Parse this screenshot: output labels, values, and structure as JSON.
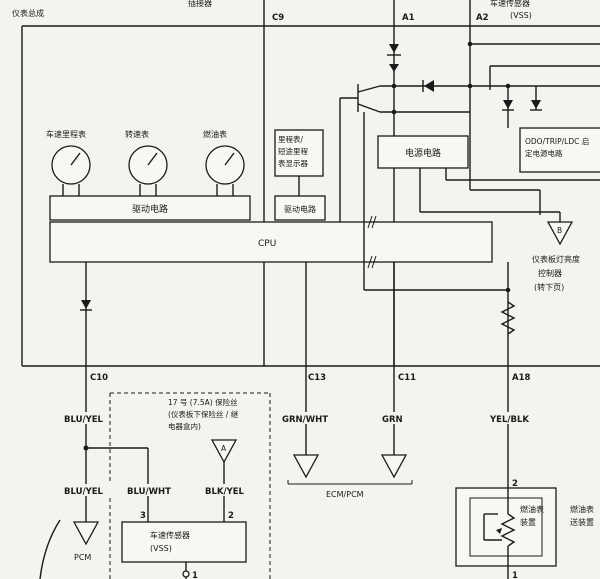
{
  "top": {
    "title_left": "仪表总成",
    "title_plug": "插接器",
    "title_vss": "车速传感器",
    "title_vss_sub": "(VSS)"
  },
  "pins": {
    "c9": "C9",
    "a1": "A1",
    "a2": "A2",
    "c10": "C10",
    "c13": "C13",
    "c11": "C11",
    "a18": "A18",
    "vss_3": "3",
    "vss_2": "2",
    "vss_1": "1",
    "fuel_2": "2",
    "fuel_1": "1"
  },
  "gauges": {
    "speedo": "车速里程表",
    "tacho": "转速表",
    "fuel": "燃油表"
  },
  "boxes": {
    "drive_circuit_main": "驱动电路",
    "odo_display": [
      "里程表/",
      "短途里程",
      "表显示器"
    ],
    "drive_circuit_small": "驱动电路",
    "cpu": "CPU",
    "power_circuit": "电源电路",
    "odo_trip": [
      "ODO/TRIP/LDC 启",
      "定电源电路"
    ]
  },
  "dimmer": {
    "marker": "B",
    "label": [
      "仪表板灯亮度",
      "控制器",
      "(转下页)"
    ]
  },
  "wires": {
    "blu_yel": "BLU/YEL",
    "blu_yel_2": "BLU/YEL",
    "blu_wht": "BLU/WHT",
    "blk_yel": "BLK/YEL",
    "grn_wht": "GRN/WHT",
    "grn": "GRN",
    "yel_blk": "YEL/BLK"
  },
  "fuse": {
    "label": [
      "17 号 (7.5A) 保险丝",
      "(仪表板下保险丝 / 继",
      "电器盒内)"
    ],
    "marker": "A"
  },
  "grounds": {
    "pcm": "PCM",
    "ecm_pcm": "ECM/PCM"
  },
  "vss_box": [
    "车速传感器",
    "(VSS)"
  ],
  "fuel_unit": {
    "label": [
      "燃油表",
      "装置"
    ],
    "side": [
      "燃油表",
      "送装置"
    ]
  }
}
